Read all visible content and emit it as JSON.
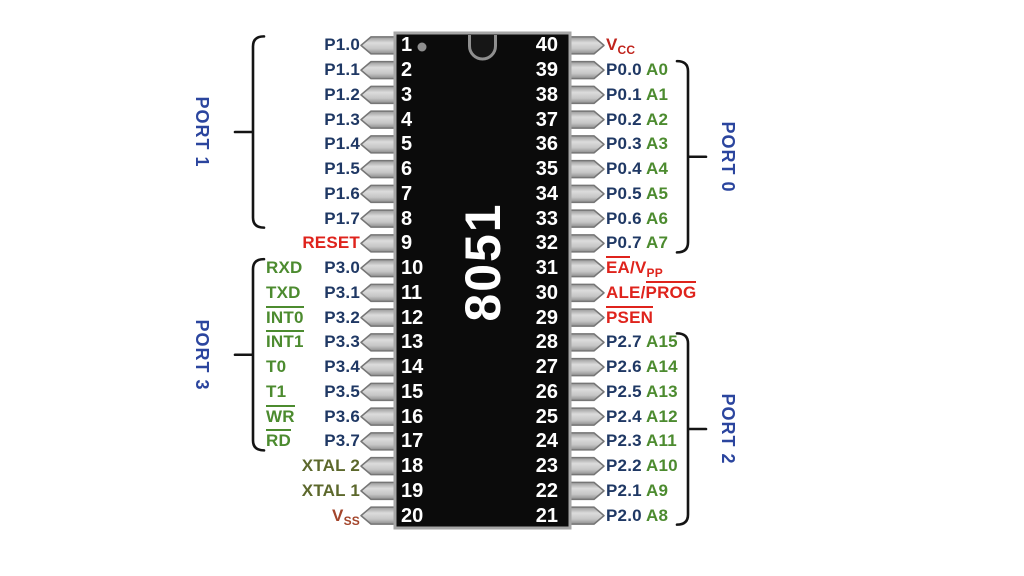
{
  "chip_label": "8051",
  "colors": {
    "pin_blue": "#1f3864",
    "port_blue": "#2b459e",
    "alt_green": "#4c8b2f",
    "xtal_olive": "#5c682c",
    "signal_red": "#df231c",
    "vcc_red": "#c0231c",
    "vss_brown": "#a3452b",
    "pin_number_white": "#ffffff",
    "chip_black": "#0b0b0b",
    "pin_gray": "#c9c9c9"
  },
  "rows": [
    {
      "left": {
        "num": "1",
        "main": {
          "color": "pin_blue",
          "segs": [
            {
              "t": "P1.0"
            }
          ]
        }
      },
      "right": {
        "num": "40",
        "main": {
          "color": "vcc_red",
          "segs": [
            {
              "t": "V"
            },
            {
              "t": "CC",
              "sub": true
            }
          ]
        }
      }
    },
    {
      "left": {
        "num": "2",
        "main": {
          "color": "pin_blue",
          "segs": [
            {
              "t": "P1.1"
            }
          ]
        }
      },
      "right": {
        "num": "39",
        "main": {
          "color": "pin_blue",
          "segs": [
            {
              "t": "P0.0"
            }
          ]
        },
        "alt": {
          "color": "alt_green",
          "segs": [
            {
              "t": "A0"
            }
          ]
        }
      }
    },
    {
      "left": {
        "num": "3",
        "main": {
          "color": "pin_blue",
          "segs": [
            {
              "t": "P1.2"
            }
          ]
        }
      },
      "right": {
        "num": "38",
        "main": {
          "color": "pin_blue",
          "segs": [
            {
              "t": "P0.1"
            }
          ]
        },
        "alt": {
          "color": "alt_green",
          "segs": [
            {
              "t": "A1"
            }
          ]
        }
      }
    },
    {
      "left": {
        "num": "4",
        "main": {
          "color": "pin_blue",
          "segs": [
            {
              "t": "P1.3"
            }
          ]
        }
      },
      "right": {
        "num": "37",
        "main": {
          "color": "pin_blue",
          "segs": [
            {
              "t": "P0.2"
            }
          ]
        },
        "alt": {
          "color": "alt_green",
          "segs": [
            {
              "t": "A2"
            }
          ]
        }
      }
    },
    {
      "left": {
        "num": "5",
        "main": {
          "color": "pin_blue",
          "segs": [
            {
              "t": "P1.4"
            }
          ]
        }
      },
      "right": {
        "num": "36",
        "main": {
          "color": "pin_blue",
          "segs": [
            {
              "t": "P0.3"
            }
          ]
        },
        "alt": {
          "color": "alt_green",
          "segs": [
            {
              "t": "A3"
            }
          ]
        }
      }
    },
    {
      "left": {
        "num": "6",
        "main": {
          "color": "pin_blue",
          "segs": [
            {
              "t": "P1.5"
            }
          ]
        }
      },
      "right": {
        "num": "35",
        "main": {
          "color": "pin_blue",
          "segs": [
            {
              "t": "P0.4"
            }
          ]
        },
        "alt": {
          "color": "alt_green",
          "segs": [
            {
              "t": "A4"
            }
          ]
        }
      }
    },
    {
      "left": {
        "num": "7",
        "main": {
          "color": "pin_blue",
          "segs": [
            {
              "t": "P1.6"
            }
          ]
        }
      },
      "right": {
        "num": "34",
        "main": {
          "color": "pin_blue",
          "segs": [
            {
              "t": "P0.5"
            }
          ]
        },
        "alt": {
          "color": "alt_green",
          "segs": [
            {
              "t": "A5"
            }
          ]
        }
      }
    },
    {
      "left": {
        "num": "8",
        "main": {
          "color": "pin_blue",
          "segs": [
            {
              "t": "P1.7"
            }
          ]
        }
      },
      "right": {
        "num": "33",
        "main": {
          "color": "pin_blue",
          "segs": [
            {
              "t": "P0.6"
            }
          ]
        },
        "alt": {
          "color": "alt_green",
          "segs": [
            {
              "t": "A6"
            }
          ]
        }
      }
    },
    {
      "left": {
        "num": "9",
        "main": {
          "color": "signal_red",
          "segs": [
            {
              "t": "RESET"
            }
          ]
        }
      },
      "right": {
        "num": "32",
        "main": {
          "color": "pin_blue",
          "segs": [
            {
              "t": "P0.7"
            }
          ]
        },
        "alt": {
          "color": "alt_green",
          "segs": [
            {
              "t": "A7"
            }
          ]
        }
      }
    },
    {
      "left": {
        "num": "10",
        "main": {
          "color": "pin_blue",
          "segs": [
            {
              "t": "P3.0"
            }
          ]
        },
        "alt": {
          "color": "alt_green",
          "segs": [
            {
              "t": "RXD"
            }
          ]
        }
      },
      "right": {
        "num": "31",
        "main": {
          "color": "signal_red",
          "segs": [
            {
              "t": "EA",
              "ov": true
            },
            {
              "t": "/V"
            },
            {
              "t": "PP",
              "sub": true
            }
          ]
        }
      }
    },
    {
      "left": {
        "num": "11",
        "main": {
          "color": "pin_blue",
          "segs": [
            {
              "t": "P3.1"
            }
          ]
        },
        "alt": {
          "color": "alt_green",
          "segs": [
            {
              "t": "TXD"
            }
          ]
        }
      },
      "right": {
        "num": "30",
        "main": {
          "color": "signal_red",
          "segs": [
            {
              "t": "ALE/"
            },
            {
              "t": "PROG",
              "ov": true
            }
          ]
        }
      }
    },
    {
      "left": {
        "num": "12",
        "main": {
          "color": "pin_blue",
          "segs": [
            {
              "t": "P3.2"
            }
          ]
        },
        "alt": {
          "color": "alt_green",
          "segs": [
            {
              "t": "INT0",
              "ov": true
            }
          ]
        }
      },
      "right": {
        "num": "29",
        "main": {
          "color": "signal_red",
          "segs": [
            {
              "t": "PSEN",
              "ov": true
            }
          ]
        }
      }
    },
    {
      "left": {
        "num": "13",
        "main": {
          "color": "pin_blue",
          "segs": [
            {
              "t": "P3.3"
            }
          ]
        },
        "alt": {
          "color": "alt_green",
          "segs": [
            {
              "t": "INT1",
              "ov": true
            }
          ]
        }
      },
      "right": {
        "num": "28",
        "main": {
          "color": "pin_blue",
          "segs": [
            {
              "t": "P2.7"
            }
          ]
        },
        "alt": {
          "color": "alt_green",
          "segs": [
            {
              "t": "A15"
            }
          ]
        }
      }
    },
    {
      "left": {
        "num": "14",
        "main": {
          "color": "pin_blue",
          "segs": [
            {
              "t": "P3.4"
            }
          ]
        },
        "alt": {
          "color": "alt_green",
          "segs": [
            {
              "t": "T0"
            }
          ]
        }
      },
      "right": {
        "num": "27",
        "main": {
          "color": "pin_blue",
          "segs": [
            {
              "t": "P2.6"
            }
          ]
        },
        "alt": {
          "color": "alt_green",
          "segs": [
            {
              "t": "A14"
            }
          ]
        }
      }
    },
    {
      "left": {
        "num": "15",
        "main": {
          "color": "pin_blue",
          "segs": [
            {
              "t": "P3.5"
            }
          ]
        },
        "alt": {
          "color": "alt_green",
          "segs": [
            {
              "t": "T1"
            }
          ]
        }
      },
      "right": {
        "num": "26",
        "main": {
          "color": "pin_blue",
          "segs": [
            {
              "t": "P2.5"
            }
          ]
        },
        "alt": {
          "color": "alt_green",
          "segs": [
            {
              "t": "A13"
            }
          ]
        }
      }
    },
    {
      "left": {
        "num": "16",
        "main": {
          "color": "pin_blue",
          "segs": [
            {
              "t": "P3.6"
            }
          ]
        },
        "alt": {
          "color": "alt_green",
          "segs": [
            {
              "t": "WR",
              "ov": true
            }
          ]
        }
      },
      "right": {
        "num": "25",
        "main": {
          "color": "pin_blue",
          "segs": [
            {
              "t": "P2.4"
            }
          ]
        },
        "alt": {
          "color": "alt_green",
          "segs": [
            {
              "t": "A12"
            }
          ]
        }
      }
    },
    {
      "left": {
        "num": "17",
        "main": {
          "color": "pin_blue",
          "segs": [
            {
              "t": "P3.7"
            }
          ]
        },
        "alt": {
          "color": "alt_green",
          "segs": [
            {
              "t": "RD",
              "ov": true
            }
          ]
        }
      },
      "right": {
        "num": "24",
        "main": {
          "color": "pin_blue",
          "segs": [
            {
              "t": "P2.3"
            }
          ]
        },
        "alt": {
          "color": "alt_green",
          "segs": [
            {
              "t": "A11"
            }
          ]
        }
      }
    },
    {
      "left": {
        "num": "18",
        "main": {
          "color": "xtal_olive",
          "segs": [
            {
              "t": "XTAL 2"
            }
          ]
        }
      },
      "right": {
        "num": "23",
        "main": {
          "color": "pin_blue",
          "segs": [
            {
              "t": "P2.2"
            }
          ]
        },
        "alt": {
          "color": "alt_green",
          "segs": [
            {
              "t": "A10"
            }
          ]
        }
      }
    },
    {
      "left": {
        "num": "19",
        "main": {
          "color": "xtal_olive",
          "segs": [
            {
              "t": "XTAL 1"
            }
          ]
        }
      },
      "right": {
        "num": "22",
        "main": {
          "color": "pin_blue",
          "segs": [
            {
              "t": "P2.1"
            }
          ]
        },
        "alt": {
          "color": "alt_green",
          "segs": [
            {
              "t": "A9"
            }
          ]
        }
      }
    },
    {
      "left": {
        "num": "20",
        "main": {
          "color": "vss_brown",
          "segs": [
            {
              "t": "V"
            },
            {
              "t": "SS",
              "sub": true
            }
          ]
        }
      },
      "right": {
        "num": "21",
        "main": {
          "color": "pin_blue",
          "segs": [
            {
              "t": "P2.0"
            }
          ]
        },
        "alt": {
          "color": "alt_green",
          "segs": [
            {
              "t": "A8"
            }
          ]
        }
      }
    }
  ],
  "ports": [
    {
      "label": "PORT 1",
      "side": "left",
      "row_start": 0,
      "row_end": 7
    },
    {
      "label": "PORT 3",
      "side": "left",
      "row_start": 9,
      "row_end": 16
    },
    {
      "label": "PORT 0",
      "side": "right",
      "row_start": 1,
      "row_end": 8
    },
    {
      "label": "PORT 2",
      "side": "right",
      "row_start": 12,
      "row_end": 19
    }
  ]
}
